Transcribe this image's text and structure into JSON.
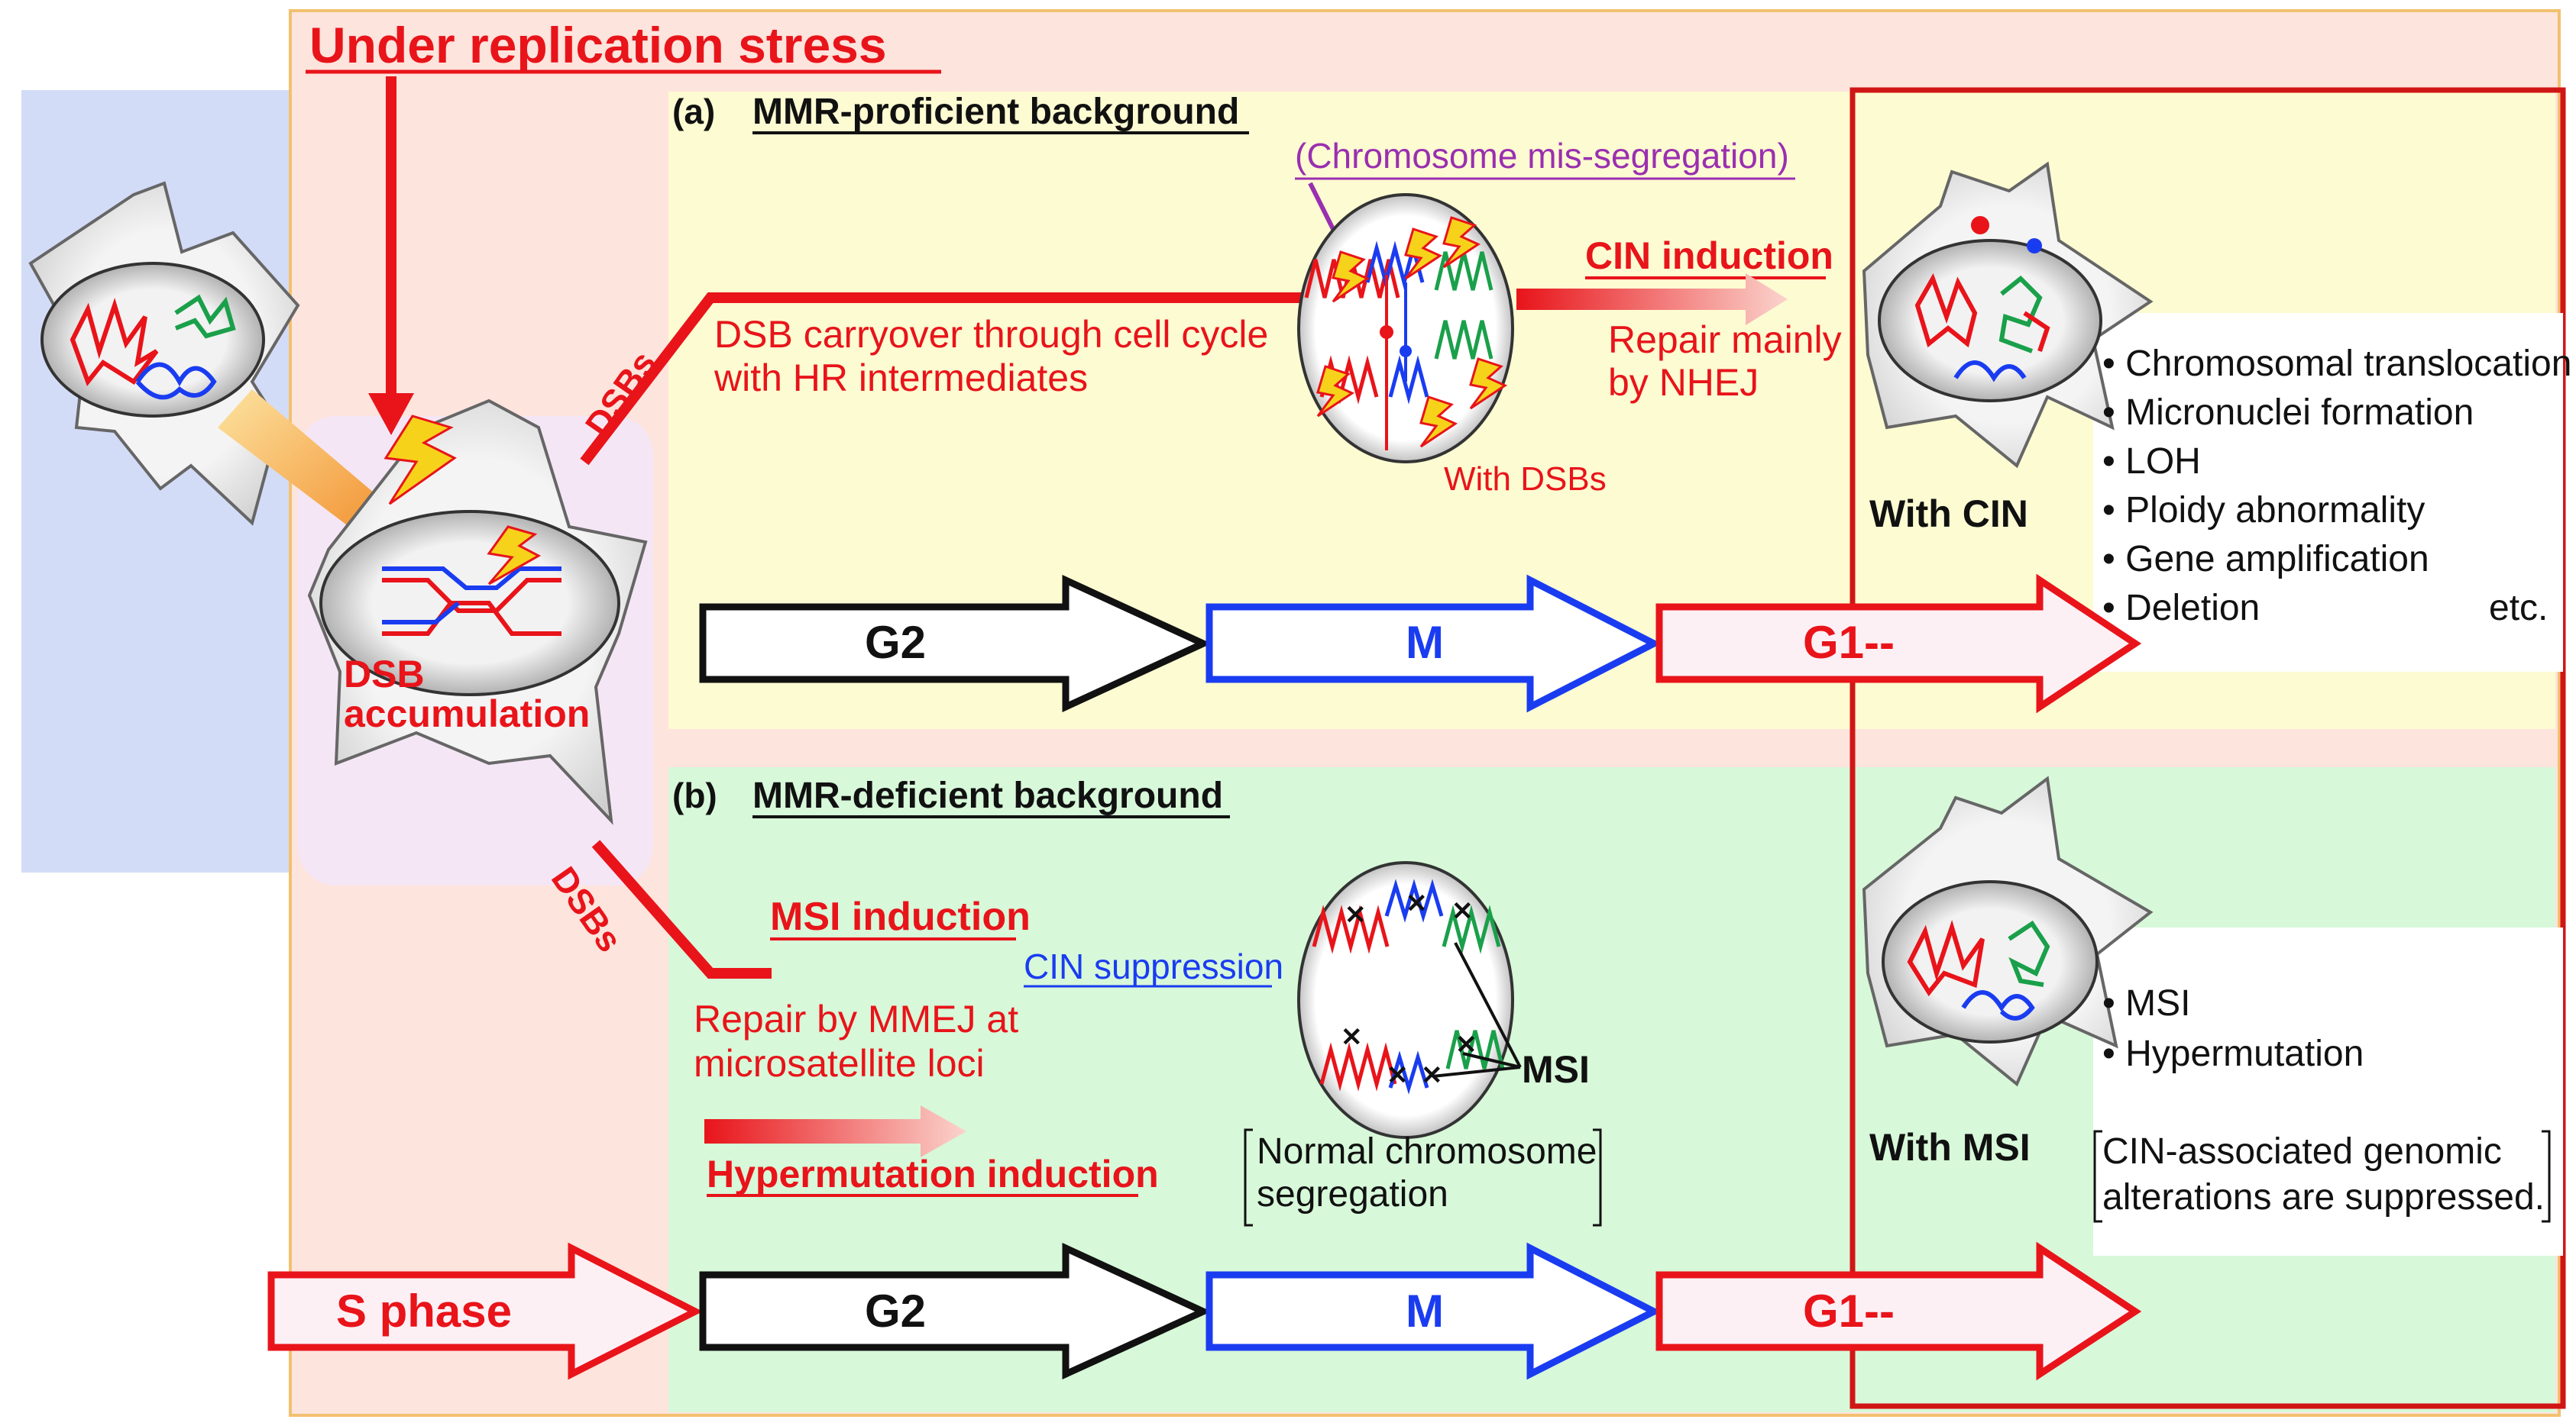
{
  "title": "Under replication stress",
  "panel_a": {
    "header_tag": "(a)",
    "header": "MMR-proficient background",
    "mis_segregation": "(Chromosome mis-segregation)",
    "dsbs_label": "DSBs",
    "carryover_line1": "DSB carryover through cell cycle",
    "carryover_line2": "with HR intermediates",
    "cin_induction": "CIN induction",
    "repair_line1": "Repair mainly",
    "repair_line2": "by NHEJ",
    "with_dsbs": "With DSBs",
    "with_cin": "With CIN",
    "outcomes": [
      "Chromosomal translocation",
      "Micronuclei formation",
      "LOH",
      "Ploidy abnormality",
      "Gene amplification",
      "Deletion"
    ],
    "etc": "etc.",
    "phases": {
      "g2": "G2",
      "m": "M",
      "g1": "G1--"
    }
  },
  "panel_b": {
    "header_tag": "(b)",
    "header": "MMR-deficient background",
    "dsbs_label": "DSBs",
    "msi_induction": "MSI induction",
    "cin_suppression": "CIN suppression",
    "repair_line1": "Repair by MMEJ at",
    "repair_line2": "microsatellite loci",
    "hypermutation_induction": "Hypermutation induction",
    "msi_marker": "MSI",
    "normal_line1": "Normal chromosome",
    "normal_line2": "segregation",
    "with_msi": "With MSI",
    "outcomes": [
      "MSI",
      "Hypermutation"
    ],
    "note_line1": "CIN-associated genomic",
    "note_line2": "alterations are suppressed.",
    "phases": {
      "s": "S phase",
      "g2": "G2",
      "m": "M",
      "g1": "G1--"
    }
  },
  "cell": {
    "dsb_line1": "DSB",
    "dsb_line2": "accumulation"
  },
  "colors": {
    "red": "#e8141a",
    "blue": "#1a3cf0",
    "green": "#1aa04a",
    "yellow_bg": "#fdfbd2",
    "green_bg": "#d7f8d9",
    "pink_bg": "#fde4dd",
    "blue_bg": "#d3dcf7"
  }
}
